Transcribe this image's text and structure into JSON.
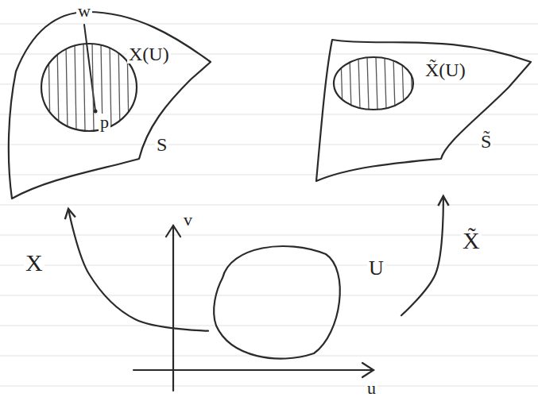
{
  "diagram": {
    "nodes": [
      {
        "text": [
          "S"
        ]
      },
      {
        "text": [
          "X(U)"
        ],
        "in": 0
      },
      {
        "text": [
          "S̃"
        ]
      },
      {
        "text": [
          "X̃(U)"
        ],
        "in": 2
      },
      {
        "text": [
          "U"
        ]
      }
    ],
    "edges": [
      {
        "from": 4,
        "to": 0,
        "arrow": "to",
        "label": "X"
      },
      {
        "from": 4,
        "to": 2,
        "arrow": "to",
        "label": "X̃"
      }
    ],
    "labels": [
      "w",
      "p",
      "v",
      "u"
    ]
  }
}
